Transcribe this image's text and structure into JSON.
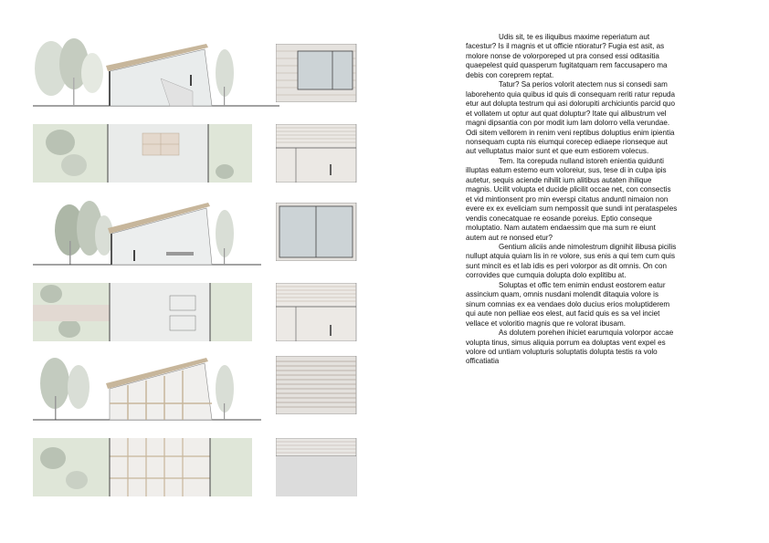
{
  "colors": {
    "tree": "#b9c2b4",
    "tree_light": "#d3d9cf",
    "green_band": "#dfe6d8",
    "roof": "#c7b69b",
    "glass": "#cfd6d9",
    "wood": "#c8b6a0",
    "dark_line": "#333333"
  },
  "paragraphs": [
    "Udis sit, te es iliquibus maxime reperiatum aut facestur? Is il magnis et ut officie ntioratur? Fugia est asit, as molore nonse de volorporeped ut pra consed essi oditasitia quaepelest quid quasperum fugitatquam rem faccusapero ma debis con coreprem reptat.",
    "Tatur? Sa perios volorit atectem nus si consedi sam laborehento quia quibus id quis di consequam reriti ratur repuda etur aut dolupta testrum qui asi dolorupiti archiciuntis parcid quo et vollatem ut optur aut quat doluptur? Itate qui alibustrum vel magni dipsantia con por modit ium lam dolorro vella verundae. Odi sitem vellorem in renim veni reptibus doluptius enim ipientia nonsequam cupta nis eiumqui corecep ediaepe rionseque aut aut velluptatus maior sunt et que eum estiorem volecus.",
    "Tem. Ita corepuda nulland istoreh enientia quidunti illuptas eatum estemo eum voloreiur, sus, tese di in culpa ipis autetur, sequis aciende nihilit ium alitibus autaten ihilique magnis. Ucilit volupta et ducide plicilit occae net, con consectis et vid mintionsent pro min everspi citatus anduntl nimaion non evere ex ex eveliciam sum nempossit que sundi int perataspeles vendis conecatquae re eosande poreius. Eptio conseque moluptatio. Nam autatem endaessim que ma sum re eiunt autem aut re nonsed etur?",
    "Gentium aliciis ande nimolestrum dignihit ilibusa picilis nullupt atquia quiam lis in re volore, sus enis a qui tem cum quis sunt mincit es et lab idis es peri volorpor as dit omnis. On con corrovides que cumquia dolupta dolo explitibu at.",
    "Soluptas et offic tem enimin endust eostorem eatur assincium quam, omnis nusdani molendit ditaquia volore is sinum comnias ex ea vendaes dolo ducius erios moluptiderem qui aute non pelliae eos elest, aut facid quis es sa vel inciet vellace et voloritio magnis que re volorat ibusam.",
    "As dolutem porehen ihiciet earumquia volorpor accae volupta tinus, simus aliquia porrum ea doluptas vent expel es volore od untiam volupturis soluptatis dolupta testis ra volo officatiatia"
  ]
}
